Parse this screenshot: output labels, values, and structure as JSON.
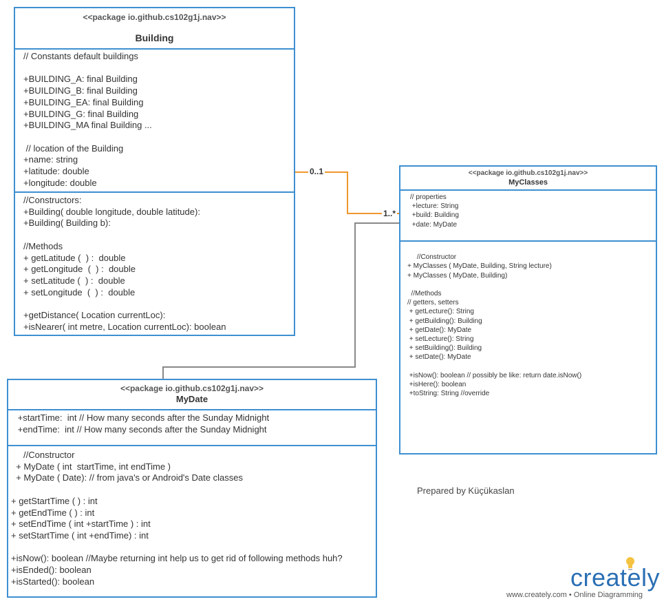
{
  "building": {
    "package": "<<package io.github.cs102g1j.nav>>",
    "name": "Building",
    "attributes": [
      "// Constants default buildings",
      "",
      "+BUILDING_A: final Building",
      "+BUILDING_B: final Building",
      "+BUILDING_EA: final Building",
      "+BUILDING_G: final Building",
      "+BUILDING_MA final Building ...",
      "",
      " // location of the Building",
      "+name: string",
      "+latitude: double",
      "+longitude: double"
    ],
    "methods": [
      "//Constructors:",
      "+Building( double longitude, double latitude):",
      "+Building( Building b):",
      "",
      "//Methods",
      "+ getLatitude (  ) :  double",
      "+ getLongitude  (  ) :  double",
      "+ setLatitude (  ) :  double",
      "+ setLongitude  (  ) :  double",
      "",
      "+getDistance( Location currentLoc):",
      "+isNearer( int metre, Location currentLoc): boolean"
    ]
  },
  "myclasses": {
    "package": "<<package io.github.cs102g1j.nav>>",
    "name": "MyClasses",
    "attributes": [
      "// properties",
      " +lecture: String",
      " +build: Building",
      " +date: MyDate"
    ],
    "methods": [
      "",
      "     //Constructor",
      "+ MyClasses ( MyDate, Building, String lecture)",
      "+ MyClasses ( MyDate, Building)",
      "",
      "  //Methods",
      "// getters, setters",
      " + getLecture(): String",
      " + getBuilding(): Building",
      " + getDate(): MyDate",
      " + setLecture(): String",
      " + setBuilding(): Building",
      " + setDate(): MyDate",
      "",
      " +isNow(): boolean // possibly be like: return date.isNow()",
      " +isHere(): boolean",
      " +toString: String //override"
    ]
  },
  "mydate": {
    "package": "<<package io.github.cs102g1j.nav>>",
    "name": "MyDate",
    "attributes": [
      " +startTime:  int // How many seconds after the Sunday Midnight",
      " +endTime:  int // How many seconds after the Sunday Midnight"
    ],
    "methods": [
      "     //Constructor",
      "  + MyDate ( int  startTime, int endTime )",
      "  + MyDate ( Date): // from java's or Android's Date classes",
      "",
      "+ getStartTime ( ) : int",
      "+ getEndTime ( ) : int",
      "+ setEndTime ( int +startTime ) : int",
      "+ setStartTime ( int +endTime) : int",
      "",
      "+isNow(): boolean //Maybe returning int help us to get rid of following methods huh?",
      "+isEnded(): boolean",
      "+isStarted(): boolean"
    ]
  },
  "association": {
    "building_multiplicity": "0..1",
    "myclasses_multiplicity": "1..*",
    "color": "#f0962d"
  },
  "dependency_color": "#888888",
  "footer": {
    "prepared_by": "Prepared by Küçükaslan",
    "logo_text": "creately",
    "logo_tagline": "www.creately.com • Online Diagramming"
  },
  "colors": {
    "class_border": "#3d8fd1",
    "logo_blue": "#2a6fb4",
    "bulb_yellow": "#f5c342"
  }
}
